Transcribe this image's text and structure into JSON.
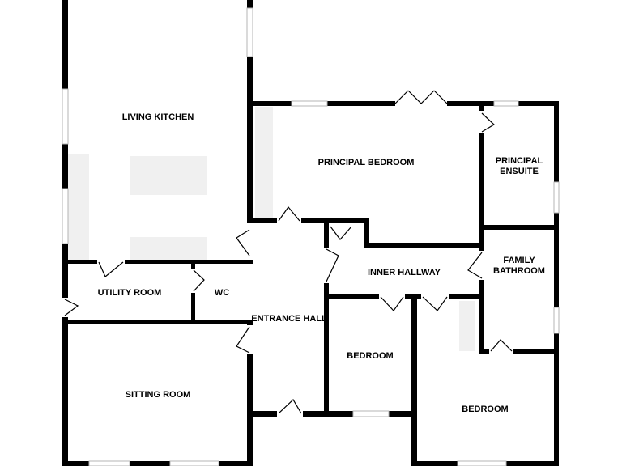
{
  "rooms": {
    "living_kitchen": "LIVING KITCHEN",
    "principal_bedroom": "PRINCIPAL BEDROOM",
    "principal_ensuite_1": "PRINCIPAL",
    "principal_ensuite_2": "ENSUITE",
    "family_bathroom_1": "FAMILY",
    "family_bathroom_2": "BATHROOM",
    "inner_hallway": "INNER HALLWAY",
    "utility_room": "UTILITY ROOM",
    "wc": "WC",
    "entrance_hall": "ENTRANCE HALL",
    "bedroom_small": "BEDROOM",
    "bedroom_large": "BEDROOM",
    "sitting_room": "SITTING ROOM"
  },
  "colors": {
    "wall": "#000000",
    "window": "#b5b5b5",
    "fixture": "#f0f0f0"
  }
}
